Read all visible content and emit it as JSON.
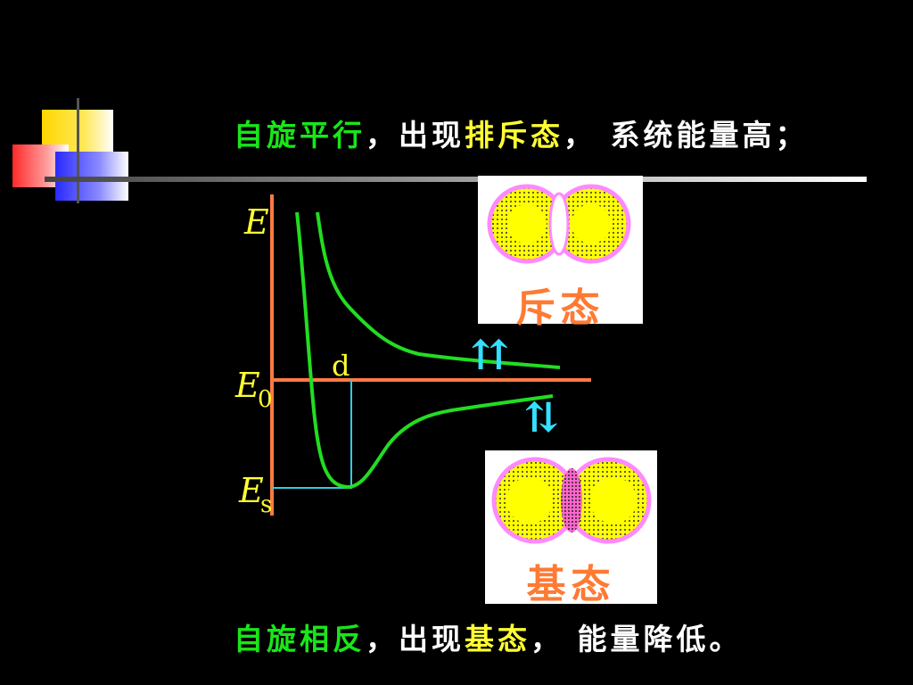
{
  "slide": {
    "top_line": {
      "part1": "自旋平行",
      "part2": "，出现",
      "part3": "排斥态",
      "part4": "，  系统能量高；"
    },
    "bottom_line": {
      "part1": "自旋相反",
      "part2": "，出现",
      "part3": "基态",
      "part4": "，  能量降低。"
    }
  },
  "diagram": {
    "y_label_E": "E",
    "y_label_E0": "E",
    "y_label_E0_sub": "0",
    "y_label_Es": "E",
    "y_label_Es_sub": "s",
    "d_label": "d",
    "parallel_arrows": "⇈",
    "antiparallel_arrows": "⇅",
    "repulsive_panel_label": "斥态",
    "ground_panel_label": "基态",
    "colors": {
      "axis": "#ff7a45",
      "curve": "#22dd22",
      "guide": "#33ccdd",
      "arrows": "#33e0ff",
      "text_green": "#19e619",
      "text_yellow": "#ffff33",
      "panel_label": "#ff7a33",
      "atom_fill": "#ffff00",
      "atom_edge": "#ff88ff"
    }
  }
}
